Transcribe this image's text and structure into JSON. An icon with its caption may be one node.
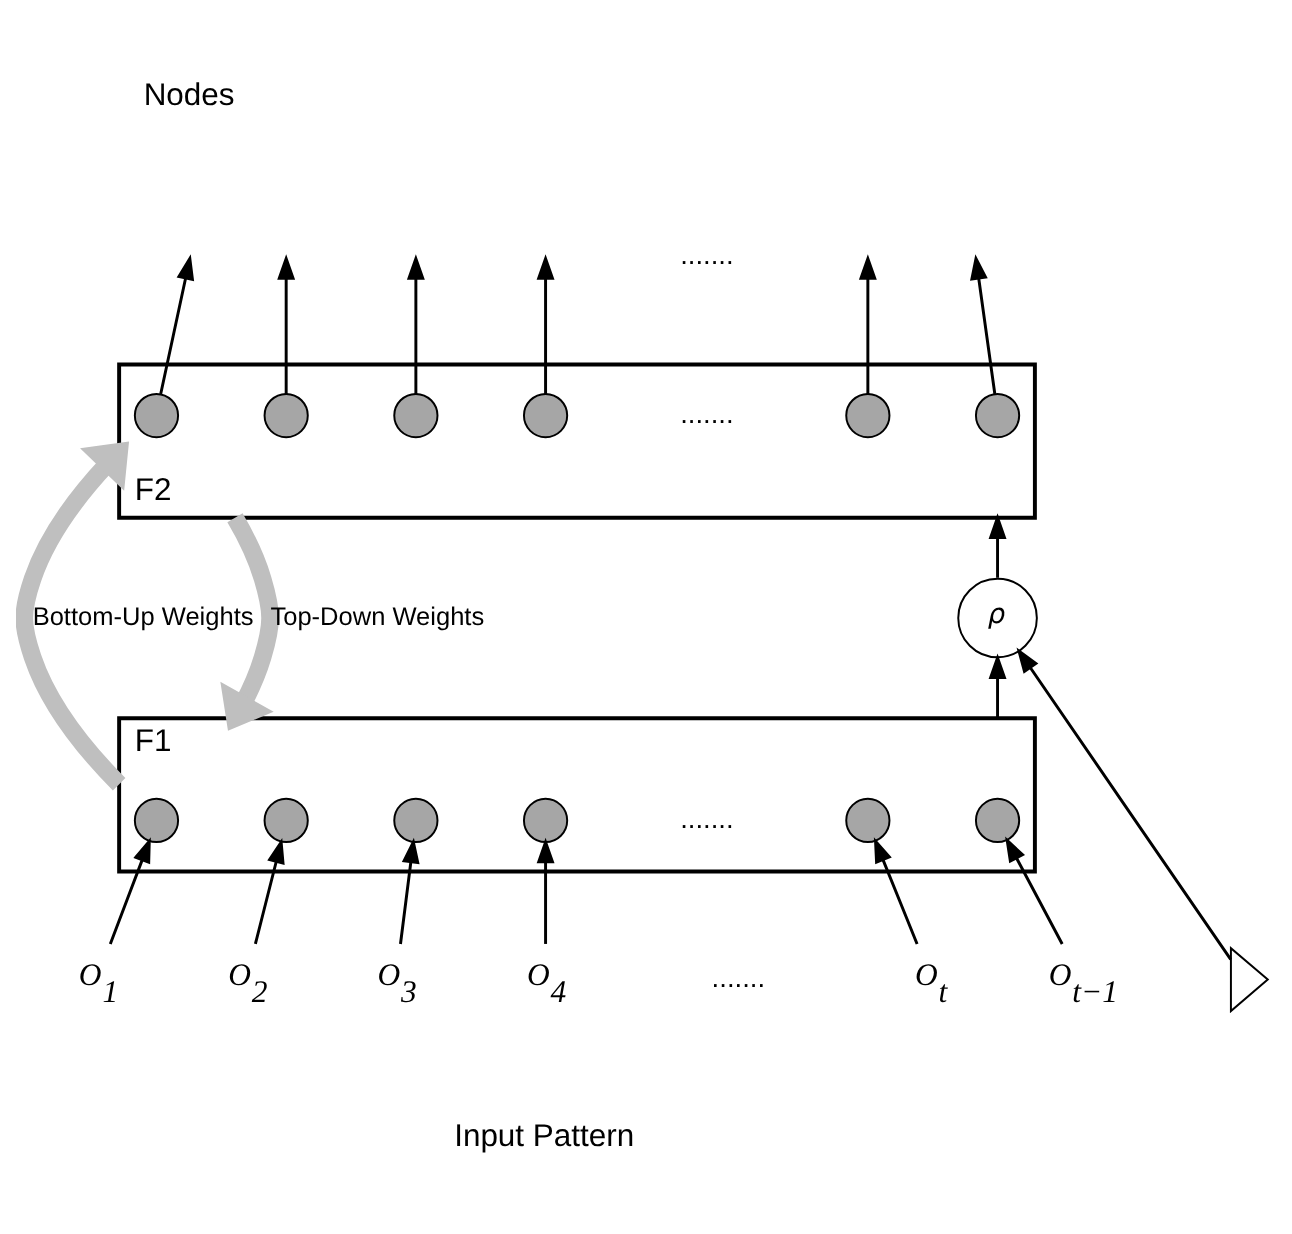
{
  "diagram": {
    "nodes": [
      {
        "text": [
          "F2"
        ]
      },
      {
        "text": [],
        "shape": "circle",
        "in": 0
      },
      {
        "text": [],
        "shape": "circle",
        "in": 0
      },
      {
        "text": [],
        "shape": "circle",
        "in": 0
      },
      {
        "text": [],
        "shape": "circle",
        "in": 0
      },
      {
        "text": [],
        "shape": "circle",
        "in": 0
      },
      {
        "text": [],
        "shape": "circle",
        "in": 0
      },
      {
        "text": [
          "F1"
        ]
      },
      {
        "text": [],
        "shape": "circle",
        "in": 7
      },
      {
        "text": [],
        "shape": "circle",
        "in": 7
      },
      {
        "text": [],
        "shape": "circle",
        "in": 7
      },
      {
        "text": [],
        "shape": "circle",
        "in": 7
      },
      {
        "text": [],
        "shape": "circle",
        "in": 7
      },
      {
        "text": [],
        "shape": "circle",
        "in": 7
      },
      {
        "text": [
          "O$_{1}$"
        ]
      },
      {
        "text": [
          "O$_{2}$"
        ]
      },
      {
        "text": [
          "O$_{3}$"
        ]
      },
      {
        "text": [
          "O$_{4}$"
        ]
      },
      {
        "text": [
          "O$_{t}$"
        ]
      },
      {
        "text": [
          "O$_{t−1}$"
        ]
      },
      {
        "text": [
          "ρ"
        ]
      },
      {
        "text": [],
        "shape": "bracket"
      }
    ],
    "edges": [
      {
        "from": 1,
        "to": null,
        "arrow": "to"
      },
      {
        "from": 2,
        "to": null,
        "arrow": "to"
      },
      {
        "from": 3,
        "to": null,
        "arrow": "to"
      },
      {
        "from": 4,
        "to": null,
        "arrow": "to"
      },
      {
        "from": 5,
        "to": null,
        "arrow": "to"
      },
      {
        "from": 6,
        "to": null,
        "arrow": "to"
      },
      {
        "from": 7,
        "to": 0,
        "arrow": "to",
        "label": "Bottom-Up Weights",
        "style": "thick",
        "color": "#bfbfbf"
      },
      {
        "from": 0,
        "to": 7,
        "arrow": "to",
        "label": "Top-Down Weights",
        "style": "thick",
        "color": "#bfbfbf"
      },
      {
        "from": 14,
        "to": 8,
        "arrow": "to"
      },
      {
        "from": 15,
        "to": 9,
        "arrow": "to"
      },
      {
        "from": 16,
        "to": 10,
        "arrow": "to"
      },
      {
        "from": 17,
        "to": 11,
        "arrow": "to"
      },
      {
        "from": 18,
        "to": 12,
        "arrow": "to"
      },
      {
        "from": 19,
        "to": 13,
        "arrow": "to"
      },
      {
        "from": 7,
        "to": 20,
        "arrow": "to"
      },
      {
        "from": 21,
        "to": 20,
        "arrow": "to"
      },
      {
        "from": 20,
        "to": 0,
        "arrow": "to"
      }
    ],
    "labels": [
      "Nodes",
      ".......",
      ".......",
      ".......",
      ".......",
      "Input Pattern"
    ]
  }
}
